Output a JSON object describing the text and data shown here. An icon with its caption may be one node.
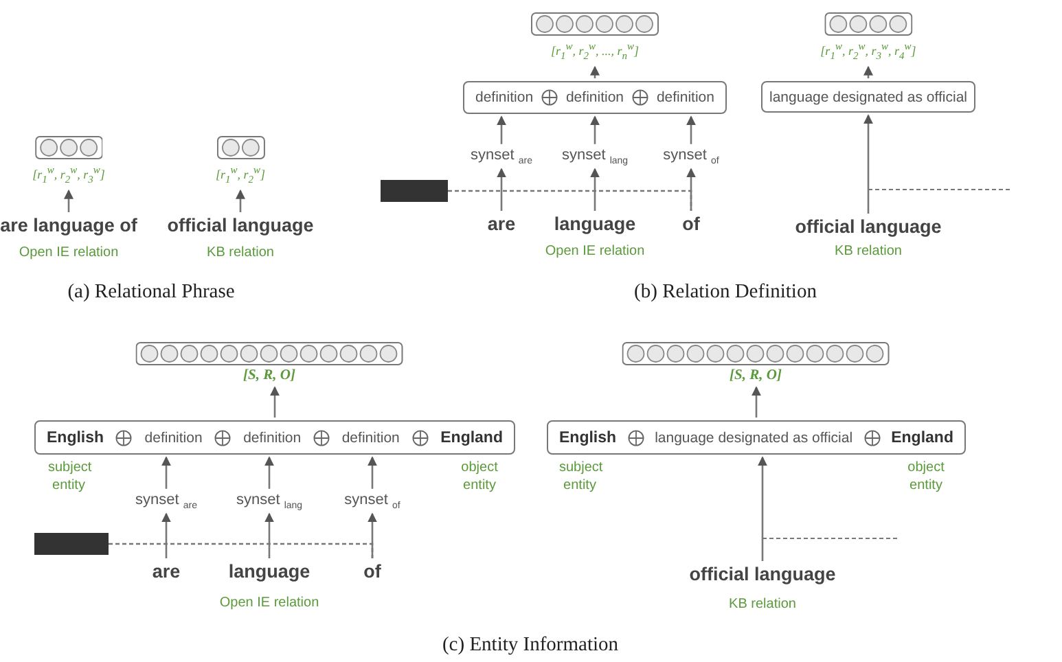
{
  "diagram": {
    "nodes": [
      {
        "text": [],
        "shape": "box",
        "beside": [
          "[r$_{1}$$^{w}$, r$_{2}$$^{w}$, r$_{3}$$^{w}$]"
        ]
      },
      {
        "text": [
          "are language of"
        ]
      },
      {
        "text": [],
        "shape": "box",
        "beside": [
          "[r$_{1}$$^{w}$, r$_{2}$$^{w}$]"
        ]
      },
      {
        "text": [
          "official language"
        ]
      },
      {
        "text": [],
        "shape": "box",
        "beside": [
          "[r$_{1}$$^{w}$, r$_{2}$$^{w}$, ..., r$_{n}$$^{w}$]"
        ]
      },
      {
        "text": [
          "definition",
          "definition",
          "definition"
        ]
      },
      {
        "text": [
          "synset $_{are}$"
        ]
      },
      {
        "text": [
          "synset $_{lang}$"
        ]
      },
      {
        "text": [
          "synset $_{of}$"
        ]
      },
      {
        "text": [],
        "shape": "box"
      },
      {
        "text": [
          "are"
        ]
      },
      {
        "text": [
          "language"
        ]
      },
      {
        "text": [
          "of"
        ]
      },
      {
        "text": [],
        "shape": "box",
        "beside": [
          "[r$_{1}$$^{w}$, r$_{2}$$^{w}$, r$_{3}$$^{w}$, r$_{4}$$^{w}$]"
        ]
      },
      {
        "text": [
          "language designated as official"
        ]
      },
      {
        "text": [
          "official language"
        ]
      },
      {
        "text": [],
        "shape": "box",
        "beside": [
          "[S, R, O]"
        ]
      },
      {
        "text": [
          "English",
          "definition",
          "definition",
          "definition",
          "England"
        ],
        "beside": [
          "subject entity",
          "object entity"
        ]
      },
      {
        "text": [
          "synset $_{are}$"
        ]
      },
      {
        "text": [
          "synset $_{lang}$"
        ]
      },
      {
        "text": [
          "synset $_{of}$"
        ]
      },
      {
        "text": [],
        "shape": "box"
      },
      {
        "text": [
          "are"
        ]
      },
      {
        "text": [
          "language"
        ]
      },
      {
        "text": [
          "of"
        ]
      },
      {
        "text": [],
        "shape": "box",
        "beside": [
          "[S, R, O]"
        ]
      },
      {
        "text": [
          "English",
          "language designated as official",
          "England"
        ],
        "beside": [
          "subject entity",
          "object entity"
        ]
      },
      {
        "text": [
          "official language"
        ]
      }
    ],
    "edges": [
      {
        "from": 1,
        "to": 0,
        "arrow": "to"
      },
      {
        "from": 3,
        "to": 2,
        "arrow": "to"
      },
      {
        "from": 5,
        "to": 4,
        "arrow": "to"
      },
      {
        "from": 6,
        "to": 5,
        "arrow": "to"
      },
      {
        "from": 7,
        "to": 5,
        "arrow": "to"
      },
      {
        "from": 8,
        "to": 5,
        "arrow": "to"
      },
      {
        "from": 10,
        "to": 6,
        "arrow": "to"
      },
      {
        "from": 11,
        "to": 7,
        "arrow": "to"
      },
      {
        "from": 12,
        "to": 8,
        "arrow": "to"
      },
      {
        "from": 9,
        "to": 12,
        "arrow": "none",
        "style": "dashed"
      },
      {
        "from": 14,
        "to": 13,
        "arrow": "to"
      },
      {
        "from": 15,
        "to": 14,
        "arrow": "to"
      },
      {
        "from": 17,
        "to": 16,
        "arrow": "to"
      },
      {
        "from": 18,
        "to": 17,
        "arrow": "to"
      },
      {
        "from": 19,
        "to": 17,
        "arrow": "to"
      },
      {
        "from": 20,
        "to": 17,
        "arrow": "to"
      },
      {
        "from": 22,
        "to": 18,
        "arrow": "to"
      },
      {
        "from": 23,
        "to": 19,
        "arrow": "to"
      },
      {
        "from": 24,
        "to": 20,
        "arrow": "to"
      },
      {
        "from": 21,
        "to": 24,
        "arrow": "none",
        "style": "dashed"
      },
      {
        "from": 26,
        "to": 25,
        "arrow": "to"
      },
      {
        "from": 27,
        "to": 26,
        "arrow": "to"
      }
    ],
    "labels": [
      "Open IE relation",
      "KB relation",
      "(a) Relational Phrase",
      "Open IE relation",
      "KB relation",
      "(b) Relation Definition",
      "Open IE relation",
      "KB relation",
      "(c) Entity Information"
    ]
  }
}
